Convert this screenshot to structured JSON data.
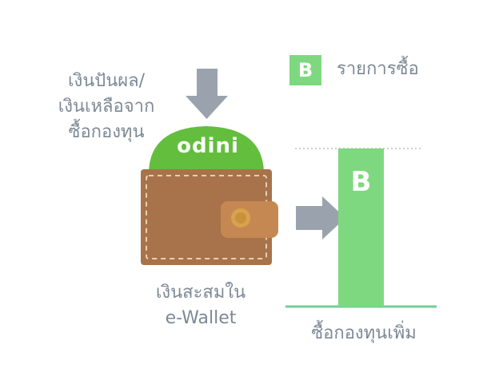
{
  "source": {
    "lines": [
      "เงินปันผล/",
      "เงินเหลือจาก",
      "ซื้อกองทุน"
    ]
  },
  "wallet": {
    "logo_text": "odini",
    "caption_lines": [
      "เงินสะสมใน",
      "e-Wallet"
    ]
  },
  "legend": {
    "letter": "B",
    "label": "รายการซื้อ"
  },
  "purchase": {
    "bar_letter": "B",
    "caption": "ซื้อกองทุนเพิ่ม"
  },
  "colors": {
    "text": "#7d8996",
    "arrow": "#9aa3ad",
    "green": "#7ed87f",
    "logo_green": "#63be3e",
    "wallet_brown": "#a8734a",
    "wallet_strap": "#c68853",
    "clasp_gold": "#d8a24c",
    "baseline": "#6fcf97"
  }
}
